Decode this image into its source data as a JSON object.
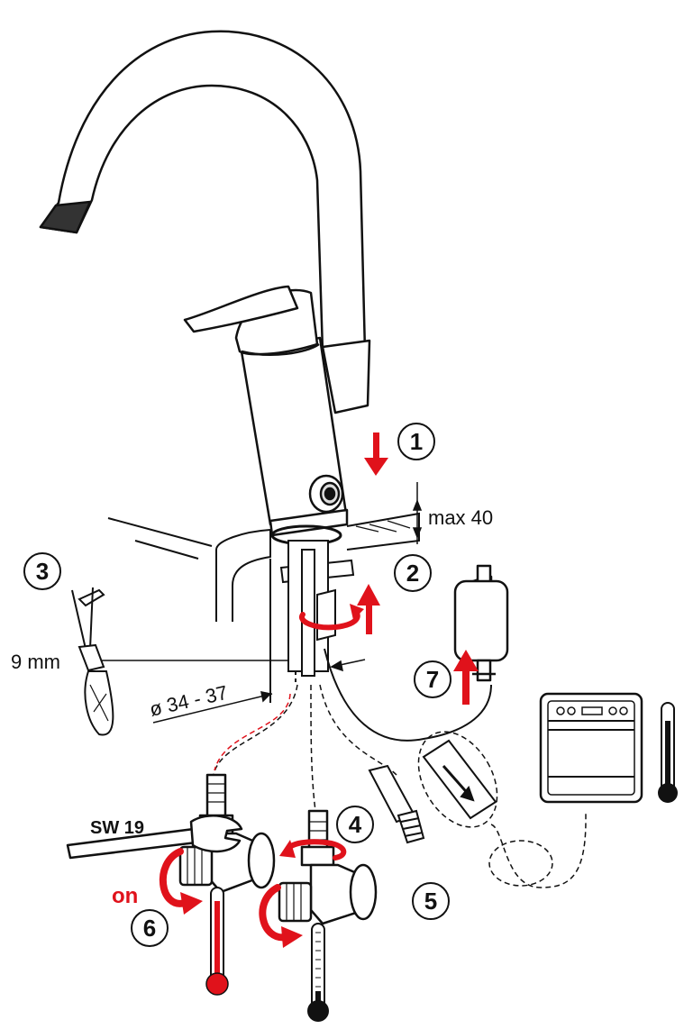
{
  "colors": {
    "line": "#111111",
    "accent": "#e0121b",
    "thermo_hot": "#e0121b",
    "thermo_cold": "#111111"
  },
  "steps": [
    "1",
    "2",
    "3",
    "4",
    "5",
    "6",
    "7"
  ],
  "labels": {
    "max_height": "max 40",
    "strip_length": "9 mm",
    "hole_diameter": "ø 34 - 37",
    "wrench_size": "SW 19",
    "valve_on": "on"
  },
  "icons": {
    "hot_thermometer": "thermometer-hot-icon",
    "cold_thermometer": "thermometer-cold-icon",
    "appliance": "dishwasher-icon",
    "power_supply": "power-adapter-icon"
  }
}
